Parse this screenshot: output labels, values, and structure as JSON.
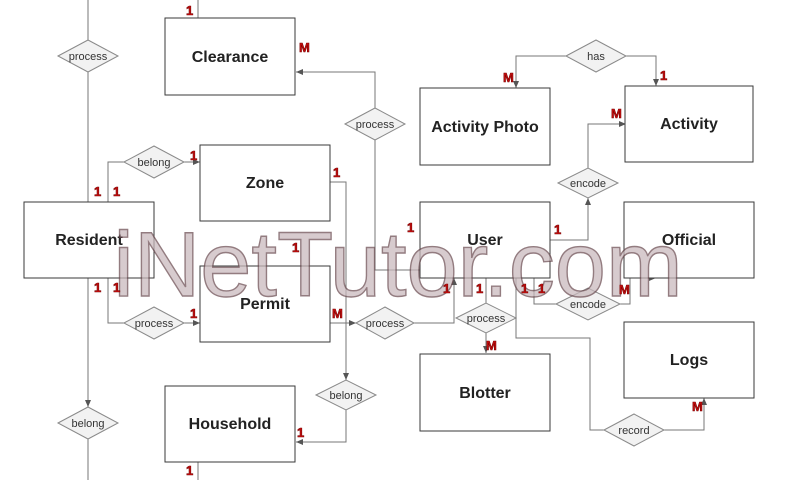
{
  "diagram": {
    "watermark": "iNetTutor.com",
    "entities": {
      "clearance": "Clearance",
      "activity_photo": "Activity Photo",
      "activity": "Activity",
      "resident": "Resident",
      "zone": "Zone",
      "permit": "Permit",
      "household": "Household",
      "user": "User",
      "official": "Official",
      "logs": "Logs",
      "blotter": "Blotter"
    },
    "relationships": {
      "process_top": "process",
      "process_clearance": "process",
      "has": "has",
      "belong_zone": "belong",
      "encode_activity": "encode",
      "process_permit": "process",
      "process_user_permit": "process",
      "process_blotter": "process",
      "encode_official": "encode",
      "belong_household": "belong",
      "belong_bottom": "belong",
      "record": "record"
    },
    "cardinality": {
      "one": "1",
      "many": "M"
    }
  }
}
